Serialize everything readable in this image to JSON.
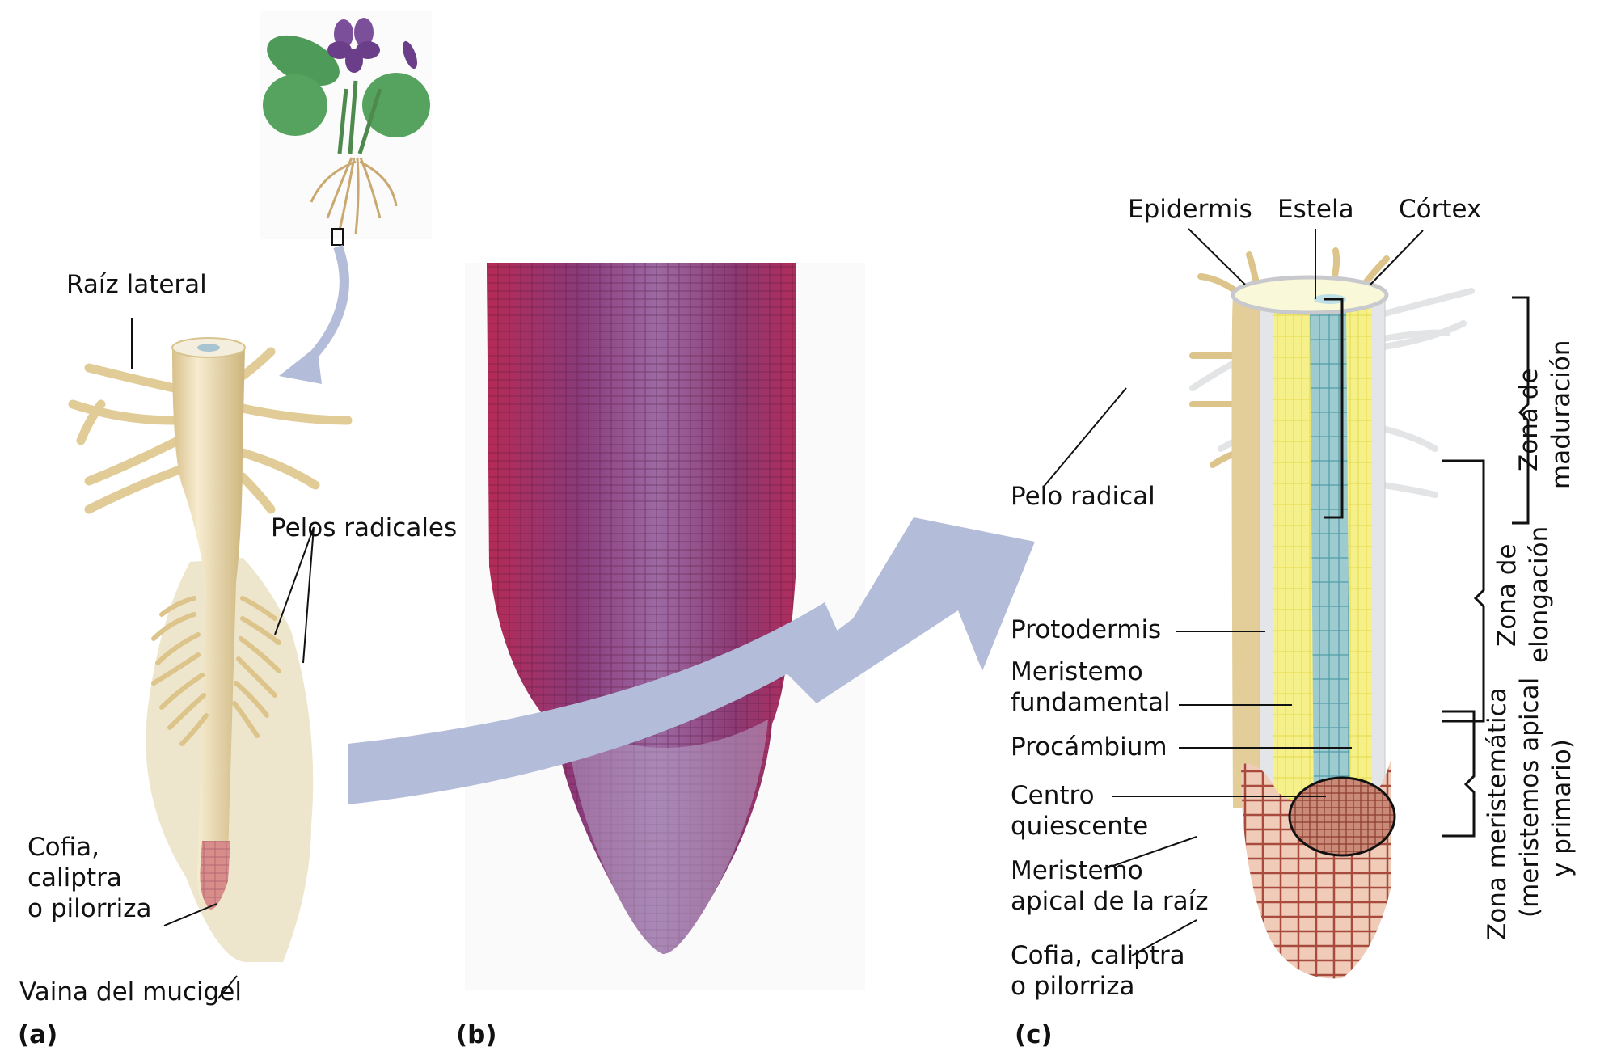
{
  "figure": {
    "panels": [
      {
        "id": "a",
        "letter": "(a)"
      },
      {
        "id": "b",
        "letter": "(b)"
      },
      {
        "id": "c",
        "letter": "(c)"
      }
    ]
  },
  "panel_a": {
    "labels": {
      "lateral_root": "Raíz lateral",
      "root_hairs": "Pelos radicales",
      "root_cap_line1": "Cofia,",
      "root_cap_line2": "caliptra",
      "root_cap_line3": "o pilorriza",
      "mucigel_sheath": "Vaina del mucigel"
    }
  },
  "panel_c": {
    "labels": {
      "epidermis": "Epidermis",
      "stele": "Estela",
      "cortex": "Córtex",
      "root_hair": "Pelo radical",
      "protoderm": "Protodermis",
      "ground_meristem_line1": "Meristemo",
      "ground_meristem_line2": "fundamental",
      "procambium": "Procámbium",
      "quiescent_center_line1": "Centro",
      "quiescent_center_line2": "quiescente",
      "apical_meristem_line1": "Meristemo",
      "apical_meristem_line2": "apical de la raíz",
      "root_cap_line1": "Cofia, caliptra",
      "root_cap_line2": "o pilorriza"
    },
    "zones": {
      "maturation_line1": "Zona de",
      "maturation_line2": "maduración",
      "elongation_line1": "Zona de",
      "elongation_line2": "elongación",
      "meristematic_line1": "Zona meristemática",
      "meristematic_line2": "(meristemos apical",
      "meristematic_line3": "y primario)"
    }
  },
  "colors": {
    "arrow": "#b3bcd9",
    "root_tan": "#e6d5a8",
    "mucigel": "#ede6cc",
    "cortex_yellow": "#f3ee7a",
    "stele_blue": "#8fc4c9",
    "cap_red": "#b5574a",
    "leaf_green": "#4e9a58",
    "flower_purple": "#7b4f9a",
    "stain_magenta": "#a0285e"
  }
}
